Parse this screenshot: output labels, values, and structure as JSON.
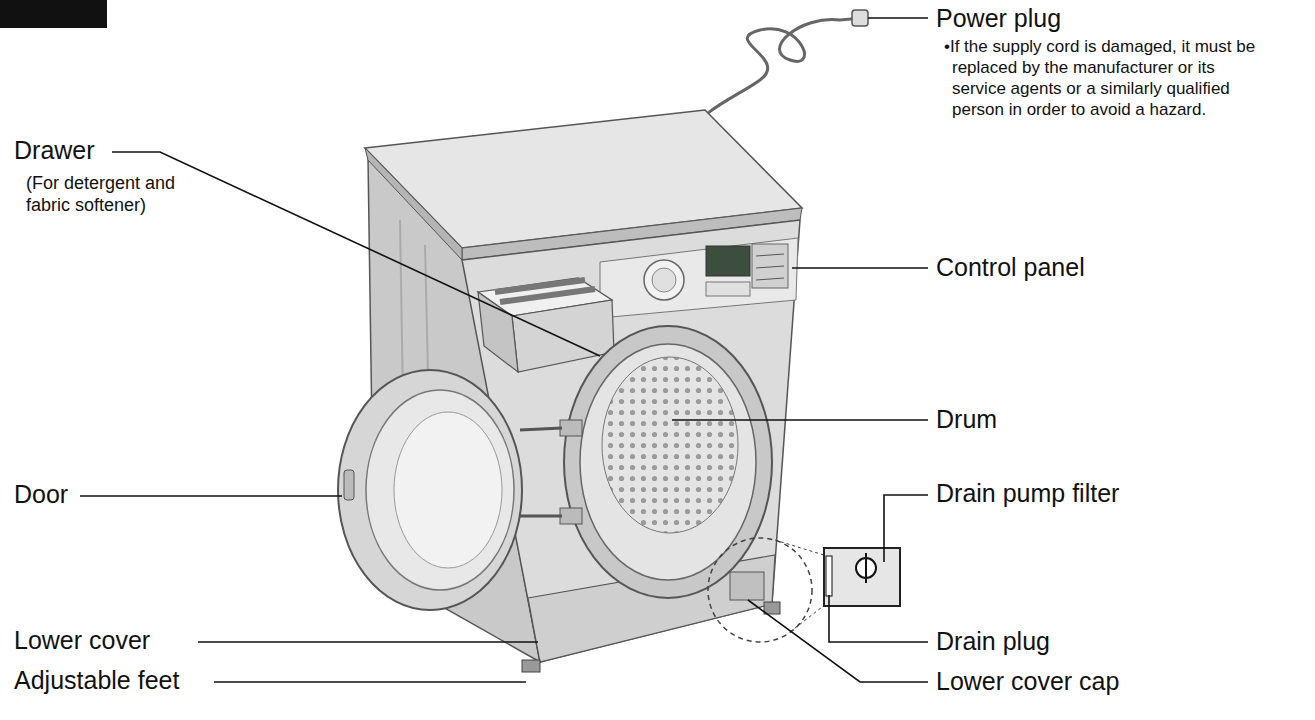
{
  "diagram": {
    "labels": [
      "Power plug",
      "•If the supply cord is damaged, it must be replaced by the manufacturer or its service agents or a similarly qualified person in order to avoid a hazard.",
      "Drawer",
      "(For detergent and fabric softener)",
      "Control panel",
      "Drum",
      "Door",
      "Drain pump filter",
      "Lower cover",
      "Drain plug",
      "Adjustable feet",
      "Lower cover cap"
    ]
  }
}
